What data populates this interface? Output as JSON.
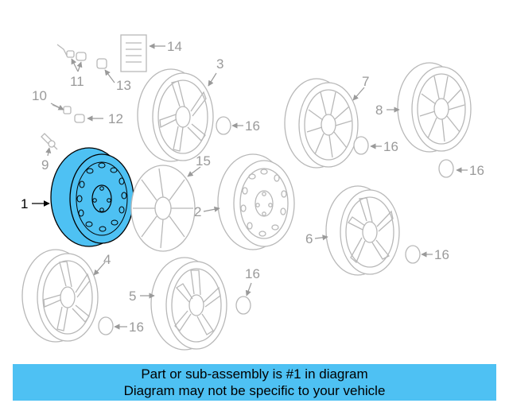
{
  "callouts": {
    "c1": "1",
    "c2": "2",
    "c3": "3",
    "c4": "4",
    "c5": "5",
    "c6": "6",
    "c7": "7",
    "c8": "8",
    "c9": "9",
    "c10": "10",
    "c11": "11",
    "c12": "12",
    "c13": "13",
    "c14": "14",
    "c15": "15",
    "c16a": "16",
    "c16b": "16",
    "c16c": "16",
    "c16d": "16",
    "c16e": "16",
    "c16f": "16"
  },
  "caption": {
    "line1": "Part or sub-assembly is #1 in diagram",
    "line2": "Diagram may not be specific to your vehicle"
  },
  "colors": {
    "highlight": "#4ec1f3",
    "line_gray": "#b8b8b8",
    "label_gray": "#9a9a9a"
  }
}
